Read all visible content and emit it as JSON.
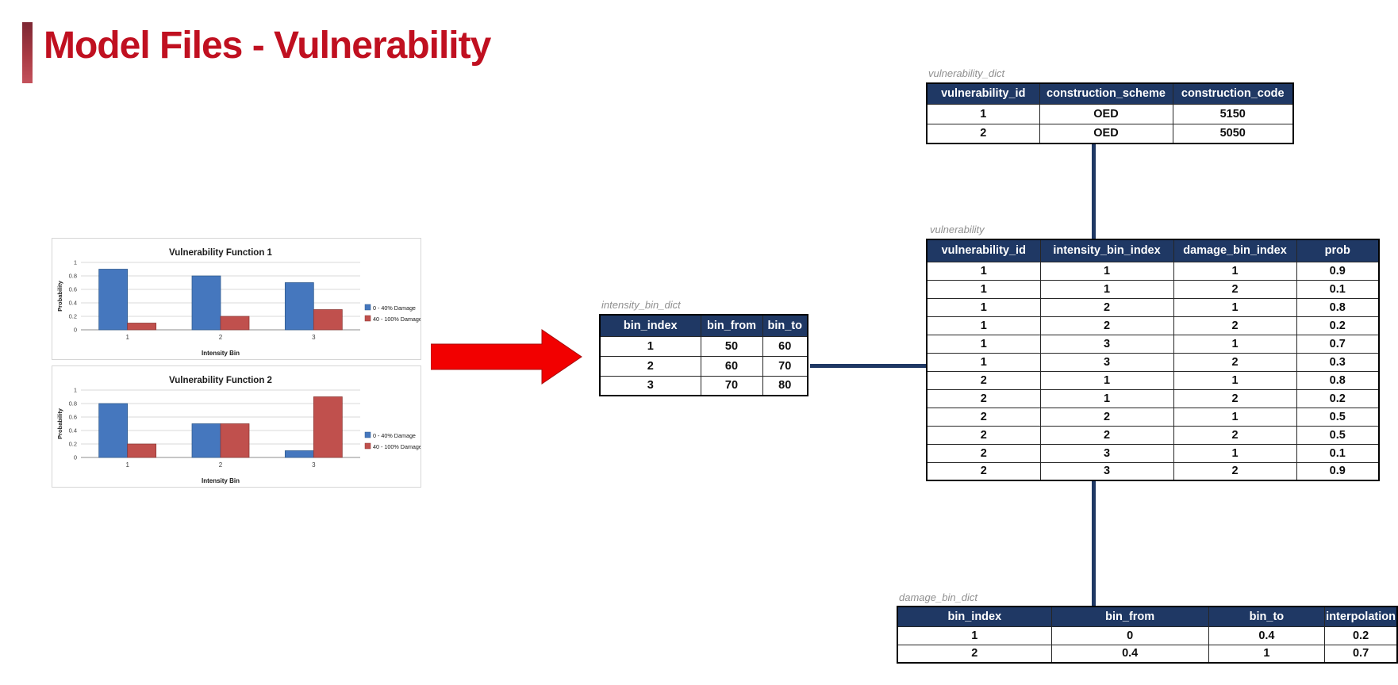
{
  "slide": {
    "title": "Model Files - Vulnerability"
  },
  "colors": {
    "title_red": "#c01020",
    "table_header_bg": "#1f3864",
    "connector_navy": "#1f3864",
    "arrow_red": "#f20000",
    "bar_blue": "#4577be",
    "bar_blue_border": "#2f5a8c",
    "bar_red": "#c0504d",
    "bar_red_border": "#8c3835"
  },
  "chart_data": [
    {
      "type": "bar",
      "title": "Vulnerability Function 1",
      "xlabel": "Intensity Bin",
      "ylabel": "Probability",
      "categories": [
        "1",
        "2",
        "3"
      ],
      "series": [
        {
          "name": "0 - 40% Damage",
          "color": "#4577be",
          "border": "#2f5a8c",
          "values": [
            0.9,
            0.8,
            0.7
          ]
        },
        {
          "name": "40 - 100% Damage",
          "color": "#c0504d",
          "border": "#8c3835",
          "values": [
            0.1,
            0.2,
            0.3
          ]
        }
      ],
      "ylim": [
        0,
        1
      ],
      "yticks": [
        0,
        0.2,
        0.4,
        0.6,
        0.8,
        1
      ],
      "grid": true,
      "legend_position": "right"
    },
    {
      "type": "bar",
      "title": "Vulnerability Function 2",
      "xlabel": "Intensity Bin",
      "ylabel": "Probability",
      "categories": [
        "1",
        "2",
        "3"
      ],
      "series": [
        {
          "name": "0 - 40% Damage",
          "color": "#4577be",
          "border": "#2f5a8c",
          "values": [
            0.8,
            0.5,
            0.1
          ]
        },
        {
          "name": "40 - 100% Damage",
          "color": "#c0504d",
          "border": "#8c3835",
          "values": [
            0.2,
            0.5,
            0.9
          ]
        }
      ],
      "ylim": [
        0,
        1
      ],
      "yticks": [
        0,
        0.2,
        0.4,
        0.6,
        0.8,
        1
      ],
      "grid": true,
      "legend_position": "right"
    }
  ],
  "tables": {
    "vulnerability_dict": {
      "label": "vulnerability_dict",
      "headers": [
        "vulnerability_id",
        "construction_scheme",
        "construction_code"
      ],
      "rows": [
        [
          "1",
          "OED",
          "5150"
        ],
        [
          "2",
          "OED",
          "5050"
        ]
      ]
    },
    "intensity_bin_dict": {
      "label": "intensity_bin_dict",
      "headers": [
        "bin_index",
        "bin_from",
        "bin_to"
      ],
      "rows": [
        [
          "1",
          "50",
          "60"
        ],
        [
          "2",
          "60",
          "70"
        ],
        [
          "3",
          "70",
          "80"
        ]
      ]
    },
    "vulnerability": {
      "label": "vulnerability",
      "headers": [
        "vulnerability_id",
        "intensity_bin_index",
        "damage_bin_index",
        "prob"
      ],
      "rows": [
        [
          "1",
          "1",
          "1",
          "0.9"
        ],
        [
          "1",
          "1",
          "2",
          "0.1"
        ],
        [
          "1",
          "2",
          "1",
          "0.8"
        ],
        [
          "1",
          "2",
          "2",
          "0.2"
        ],
        [
          "1",
          "3",
          "1",
          "0.7"
        ],
        [
          "1",
          "3",
          "2",
          "0.3"
        ],
        [
          "2",
          "1",
          "1",
          "0.8"
        ],
        [
          "2",
          "1",
          "2",
          "0.2"
        ],
        [
          "2",
          "2",
          "1",
          "0.5"
        ],
        [
          "2",
          "2",
          "2",
          "0.5"
        ],
        [
          "2",
          "3",
          "1",
          "0.1"
        ],
        [
          "2",
          "3",
          "2",
          "0.9"
        ]
      ]
    },
    "damage_bin_dict": {
      "label": "damage_bin_dict",
      "headers": [
        "bin_index",
        "bin_from",
        "bin_to",
        "interpolation"
      ],
      "rows": [
        [
          "1",
          "0",
          "0.4",
          "0.2"
        ],
        [
          "2",
          "0.4",
          "1",
          "0.7"
        ]
      ]
    }
  }
}
